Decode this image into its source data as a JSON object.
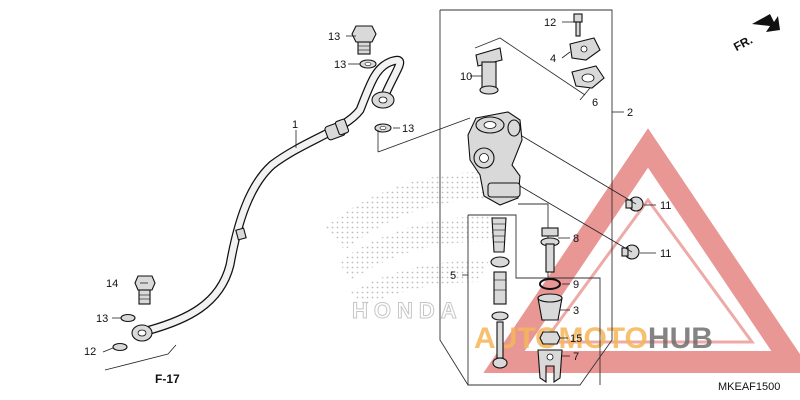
{
  "diagram": {
    "code": "MKEAF1500",
    "direction_marker": "FR.",
    "reference": "F-17",
    "brand_watermark": "HONDA",
    "shop_watermark": {
      "part_a": "AUTO",
      "part_b": "MOTO",
      "part_c": "HUB"
    },
    "colors": {
      "watermark_red": "#d0211b",
      "watermark_orange": "#f2a93a",
      "watermark_gray": "#555555",
      "line": "#111111",
      "part_fill": "#d9d9d9"
    },
    "callouts": [
      {
        "id": "1",
        "label": "1"
      },
      {
        "id": "2",
        "label": "2"
      },
      {
        "id": "3",
        "label": "3"
      },
      {
        "id": "4",
        "label": "4"
      },
      {
        "id": "5",
        "label": "5"
      },
      {
        "id": "6",
        "label": "6"
      },
      {
        "id": "7",
        "label": "7"
      },
      {
        "id": "8",
        "label": "8"
      },
      {
        "id": "9",
        "label": "9"
      },
      {
        "id": "10",
        "label": "10"
      },
      {
        "id": "11a",
        "label": "11"
      },
      {
        "id": "11b",
        "label": "11"
      },
      {
        "id": "12a",
        "label": "12"
      },
      {
        "id": "12b",
        "label": "12"
      },
      {
        "id": "13a",
        "label": "13"
      },
      {
        "id": "13b",
        "label": "13"
      },
      {
        "id": "13c",
        "label": "13"
      },
      {
        "id": "13d",
        "label": "13"
      },
      {
        "id": "14",
        "label": "14"
      },
      {
        "id": "15",
        "label": "15"
      }
    ]
  }
}
